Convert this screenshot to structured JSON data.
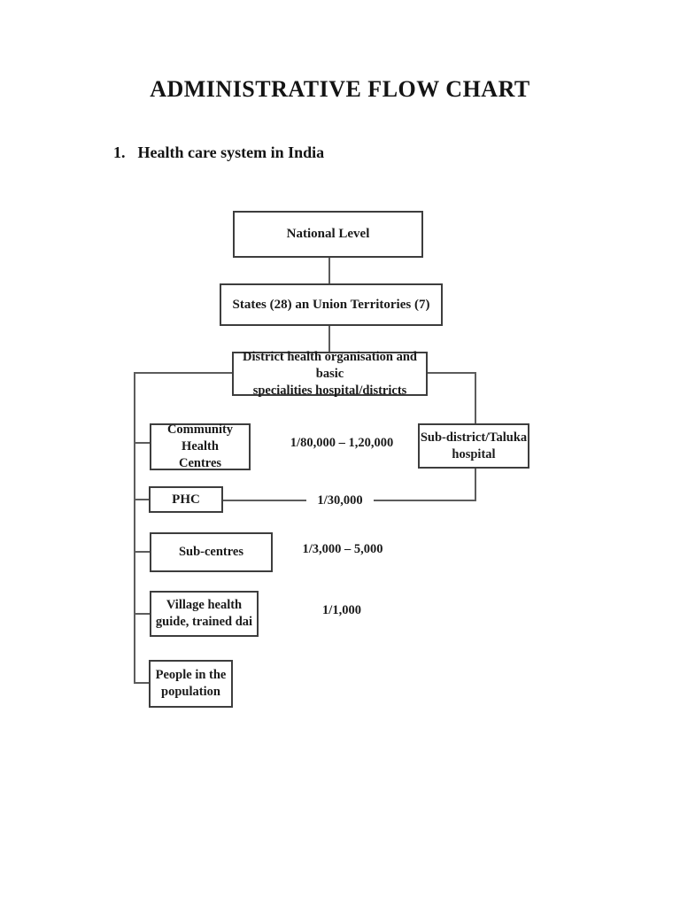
{
  "page": {
    "title": "ADMINISTRATIVE FLOW CHART",
    "section": {
      "number": "1.",
      "heading": "Health care system in India"
    }
  },
  "flowchart": {
    "nodes": {
      "national": [
        "National Level"
      ],
      "states": [
        "States (28) an Union Territories (7)"
      ],
      "district": [
        "District health organisation and basic",
        "specialities hospital/districts"
      ],
      "chc": [
        "Community Health",
        "Centres"
      ],
      "subdistrict": [
        "Sub-district/Taluka",
        "hospital"
      ],
      "phc": [
        "PHC"
      ],
      "subcentres": [
        "Sub-centres"
      ],
      "village": [
        "Village health",
        "guide, trained dai"
      ],
      "people": [
        "People in the",
        "population"
      ]
    },
    "ratios": {
      "chc": "1/80,000 – 1,20,000",
      "phc": "1/30,000",
      "subcentres": "1/3,000 – 5,000",
      "village": "1/1,000"
    }
  },
  "colors": {
    "text": "#1b1b1b",
    "box_border": "#3d3d3d",
    "connector_line": "#5c5c5c",
    "page_background": "#ffffff"
  }
}
